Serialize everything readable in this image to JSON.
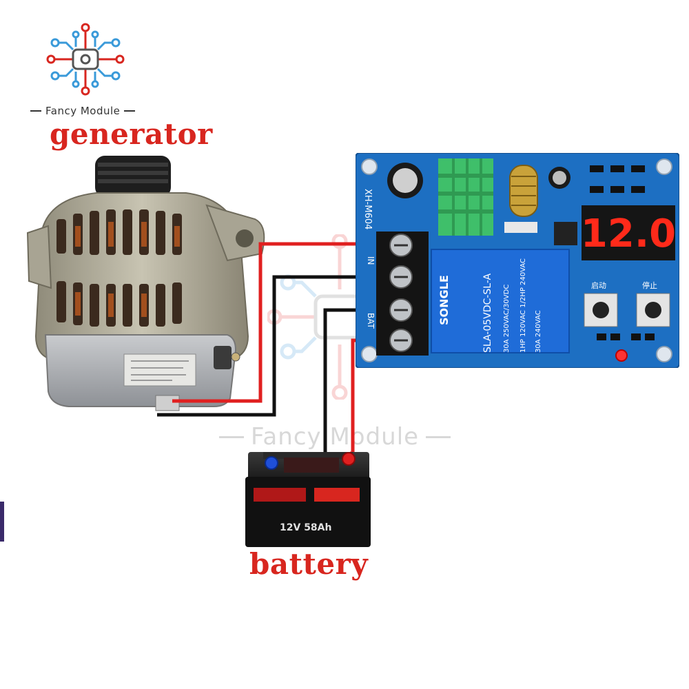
{
  "brand": {
    "name": "Fancy Module",
    "logo_icon": "circuit-logo-icon"
  },
  "labels": {
    "generator": "generator",
    "battery": "battery"
  },
  "watermark": {
    "text": "Fancy Module"
  },
  "module": {
    "model": "XH-M604",
    "display_value": "12.0",
    "terminals": {
      "in": "IN",
      "bat": "BAT"
    },
    "relay": {
      "brand": "SONGLE",
      "model": "SLA-05VDC-SL-A",
      "ratings": [
        "30A 250VAC/30VDC",
        "1HP 120VAC 1/2HP 240VAC",
        "30A 240VAC"
      ]
    },
    "buttons": {
      "start": "启动",
      "stop": "停止"
    }
  },
  "battery_unit": {
    "spec": "12V 58Ah"
  },
  "colors": {
    "positive_wire": "#e02020",
    "negative_wire": "#111111",
    "label_red": "#d8261f",
    "display_red": "#ff2a1a"
  }
}
